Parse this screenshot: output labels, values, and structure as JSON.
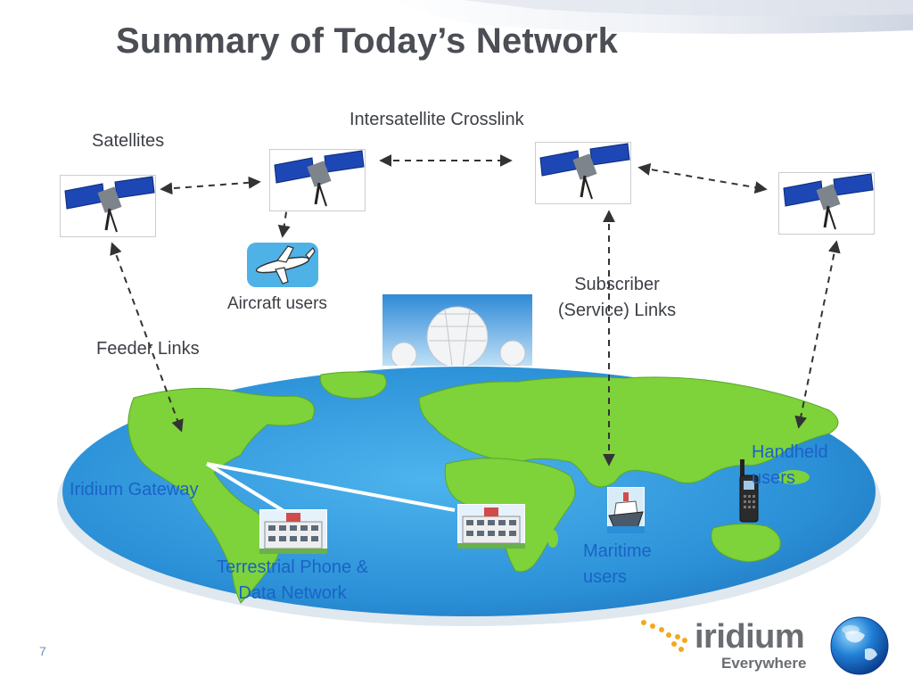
{
  "slide": {
    "title": "Summary of Today’s Network",
    "page_number": "7"
  },
  "labels": {
    "satellites": "Satellites",
    "crosslink": "Intersatellite Crosslink",
    "aircraft": "Aircraft users",
    "feeder_links": "Feeder Links",
    "subscriber_line1": "Subscriber",
    "subscriber_line2": "(Service) Links",
    "gateway": "Iridium Gateway",
    "terrestrial_line1": "Terrestrial Phone &",
    "terrestrial_line2": "Data Network",
    "maritime_line1": "Maritime",
    "maritime_line2": "users",
    "handheld_line1": "Handheld",
    "handheld_line2": "users"
  },
  "logo": {
    "word": "iridium",
    "tagline": "Everywhere"
  },
  "colors": {
    "title": "#4b4e55",
    "label": "#3c3f46",
    "accent_label": "#1a63c6",
    "ocean": "#2a8fd6",
    "land": "#7ed23a"
  },
  "icons": [
    "satellite-icon",
    "airplane-icon",
    "radome-icon",
    "gateway-building-icon",
    "ship-icon",
    "handheld-phone-icon",
    "globe-icon"
  ]
}
